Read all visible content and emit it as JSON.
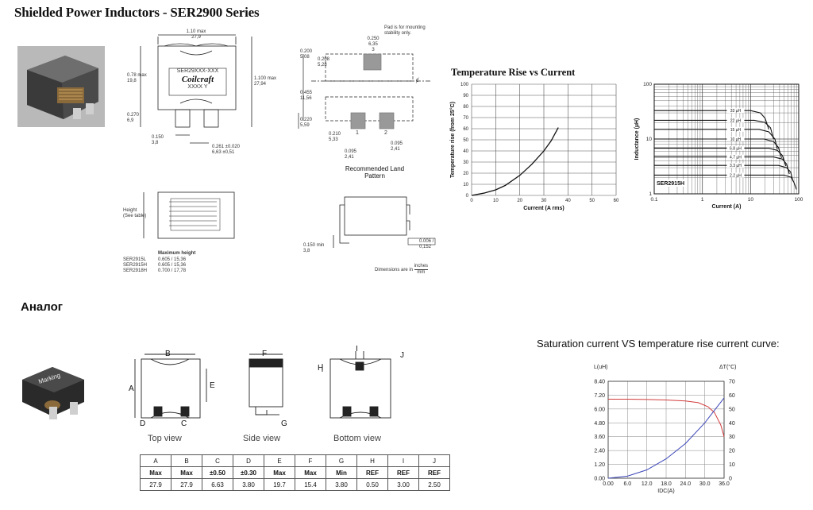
{
  "title": "Shielded Power Inductors - SER2900 Series",
  "top_view": {
    "dim_width": "1.10 max",
    "dim_width_mm": "27,9",
    "dim_left": "0.78",
    "dim_left_mm": "19,8",
    "dim_left_suffix": "max",
    "dim_right": "1.100",
    "dim_right_mm": "27,94",
    "dim_right_suffix": "max",
    "dim_pad": "0.270",
    "dim_pad_mm": "6,9",
    "dim_foot": "0.150",
    "dim_foot_mm": "3,8",
    "dim_gap": "0.261 ±0.020",
    "dim_gap_mm": "6,63 ±0,51",
    "marking_line1": "SER29XXX-XXX",
    "marking_logo": "Coilcraft",
    "marking_line3": "XXXX Y"
  },
  "land_pattern": {
    "note": "Pad is for mounting stability only.",
    "dim_pad_w": "0.250",
    "dim_pad_w_mm": "6,35",
    "pad_num_top": "3",
    "dim_a": "0.200",
    "dim_a_mm": "5,08",
    "dim_b": "0.208",
    "dim_b_mm": "5,28",
    "dim_c": "0.455",
    "dim_c_mm": "11,56",
    "dim_d": "0.220",
    "dim_d_mm": "5,59",
    "dim_e": "0.210",
    "dim_e_mm": "5,33",
    "dim_f": "0.095",
    "dim_f_mm": "2,41",
    "dim_g": "0.095",
    "dim_g_mm": "2,41",
    "pad_1": "1",
    "pad_2": "2",
    "label": "Recommended Land Pattern",
    "centerline": "ȼ"
  },
  "side_view": {
    "height_label": "Height (See table)",
    "table_header": "Maximum height",
    "rows": [
      {
        "part": "SER2915L",
        "value": "0.605 / 15,36"
      },
      {
        "part": "SER2915H",
        "value": "0.605 / 15,36"
      },
      {
        "part": "SER2918H",
        "value": "0.700 / 17,78"
      }
    ]
  },
  "side_view_right": {
    "dim_min": "0.150",
    "dim_min_mm": "3,8",
    "dim_min_suffix": "min",
    "flatness": "0.006 / 0,152",
    "dims_note": "Dimensions are in",
    "unit_top": "inches",
    "unit_bottom": "mm"
  },
  "analog_label": "Аналог",
  "analog_photo_marking": "Marking",
  "view_labels": {
    "top": "Top view",
    "side": "Side view",
    "bottom": "Bottom view"
  },
  "letters": {
    "A": "A",
    "B": "B",
    "C": "C",
    "D": "D",
    "E": "E",
    "F": "F",
    "G": "G",
    "H": "H",
    "I": "I",
    "J": "J"
  },
  "dim_table": {
    "headers": [
      "A",
      "B",
      "C",
      "D",
      "E",
      "F",
      "G",
      "H",
      "I",
      "J"
    ],
    "kinds": [
      "Max",
      "Max",
      "±0.50",
      "±0.30",
      "Max",
      "Max",
      "Min",
      "REF",
      "REF",
      "REF"
    ],
    "values": [
      "27.9",
      "27.9",
      "6.63",
      "3.80",
      "19.7",
      "15.4",
      "3.80",
      "0.50",
      "3.00",
      "2.50"
    ]
  },
  "charts": {
    "temp_rise": {
      "title": "Temperature Rise vs Current",
      "ylabel": "Temperature rise (from 25°C)",
      "xlabel": "Current (A rms)",
      "xticks": [
        "0",
        "10",
        "20",
        "30",
        "40",
        "50",
        "60"
      ],
      "yticks": [
        "0",
        "10",
        "20",
        "30",
        "40",
        "50",
        "60",
        "70",
        "80",
        "90",
        "100"
      ]
    },
    "inductance": {
      "ylabel": "Inductance (µH)",
      "xlabel": "Current (A)",
      "xticks": [
        "0.1",
        "1",
        "10",
        "100"
      ],
      "yticks": [
        "1",
        "10",
        "100"
      ],
      "legend": "SER2915H",
      "curve_labels": [
        "33 µH",
        "22 µH",
        "15 µH",
        "10 µH",
        "6.8 µH",
        "4.7 µH",
        "3.3 µH",
        "2.2 µH"
      ]
    },
    "saturation": {
      "title": "Saturation current VS temperature rise current curve:",
      "left_axis": "L(uH)",
      "right_axis": "ΔT(°C)",
      "xlabel": "IDC(A)",
      "xticks": [
        "0.00",
        "6.0",
        "12.0",
        "18.0",
        "24.0",
        "30.0",
        "36.0"
      ],
      "yticks_left": [
        "0.00",
        "1.20",
        "2.40",
        "3.60",
        "4.80",
        "6.00",
        "7.20",
        "8.40"
      ],
      "yticks_right": [
        "0",
        "10",
        "20",
        "30",
        "40",
        "50",
        "60",
        "70"
      ]
    }
  },
  "chart_data": [
    {
      "type": "line",
      "title": "Temperature Rise vs Current",
      "xlabel": "Current (A rms)",
      "ylabel": "Temperature rise (from 25°C)",
      "xlim": [
        0,
        60
      ],
      "ylim": [
        0,
        100
      ],
      "grid": true,
      "x": [
        0,
        5,
        10,
        14,
        20,
        25,
        30,
        33,
        36
      ],
      "y": [
        0,
        2,
        5,
        9,
        18,
        28,
        40,
        49,
        61
      ]
    },
    {
      "type": "line",
      "xlabel": "Current (A)",
      "ylabel": "Inductance (µH)",
      "x_scale": "log",
      "y_scale": "log",
      "xlim": [
        0.1,
        100
      ],
      "ylim": [
        1,
        100
      ],
      "grid": true,
      "legend": "SER2915H",
      "series": [
        {
          "name": "33 µH",
          "x": [
            0.1,
            10,
            16,
            20,
            24
          ],
          "y": [
            33,
            33,
            30,
            24,
            15
          ]
        },
        {
          "name": "22 µH",
          "x": [
            0.1,
            12,
            20,
            26,
            30
          ],
          "y": [
            22,
            22,
            20,
            16,
            10
          ]
        },
        {
          "name": "15 µH",
          "x": [
            0.1,
            15,
            24,
            32,
            36
          ],
          "y": [
            15,
            15,
            13.5,
            10,
            6.5
          ]
        },
        {
          "name": "10 µH",
          "x": [
            0.1,
            19,
            30,
            38,
            44
          ],
          "y": [
            10,
            10,
            9,
            7,
            4.5
          ]
        },
        {
          "name": "6.8 µH",
          "x": [
            0.1,
            24,
            36,
            46,
            54
          ],
          "y": [
            6.8,
            6.8,
            6.2,
            5,
            3.2
          ]
        },
        {
          "name": "4.7 µH",
          "x": [
            0.1,
            30,
            46,
            56,
            64
          ],
          "y": [
            4.7,
            4.7,
            4.3,
            3.5,
            2.3
          ]
        },
        {
          "name": "3.3 µH",
          "x": [
            0.1,
            38,
            56,
            68,
            76
          ],
          "y": [
            3.3,
            3.3,
            3.0,
            2.5,
            1.7
          ]
        },
        {
          "name": "2.2 µH",
          "x": [
            0.1,
            50,
            70,
            80,
            90
          ],
          "y": [
            2.2,
            2.2,
            2.0,
            1.6,
            1.2
          ]
        }
      ]
    },
    {
      "type": "line",
      "title": "Saturation current VS temperature rise current curve:",
      "xlabel": "IDC(A)",
      "xlim": [
        0,
        36
      ],
      "ylim_left": [
        0,
        8.4
      ],
      "ylim_right": [
        0,
        70
      ],
      "grid": true,
      "series": [
        {
          "name": "L(uH)",
          "axis": "left",
          "color": "#d23b3b",
          "x": [
            0,
            6,
            12,
            18,
            24,
            28,
            31,
            33,
            35,
            36
          ],
          "y": [
            6.85,
            6.85,
            6.82,
            6.78,
            6.7,
            6.55,
            6.2,
            5.7,
            4.6,
            3.6
          ]
        },
        {
          "name": "ΔT(°C)",
          "axis": "right",
          "color": "#3a46b8",
          "x": [
            0,
            6,
            12,
            18,
            24,
            30,
            36
          ],
          "y": [
            0,
            1.5,
            6,
            14,
            25,
            40,
            58
          ]
        }
      ]
    }
  ]
}
